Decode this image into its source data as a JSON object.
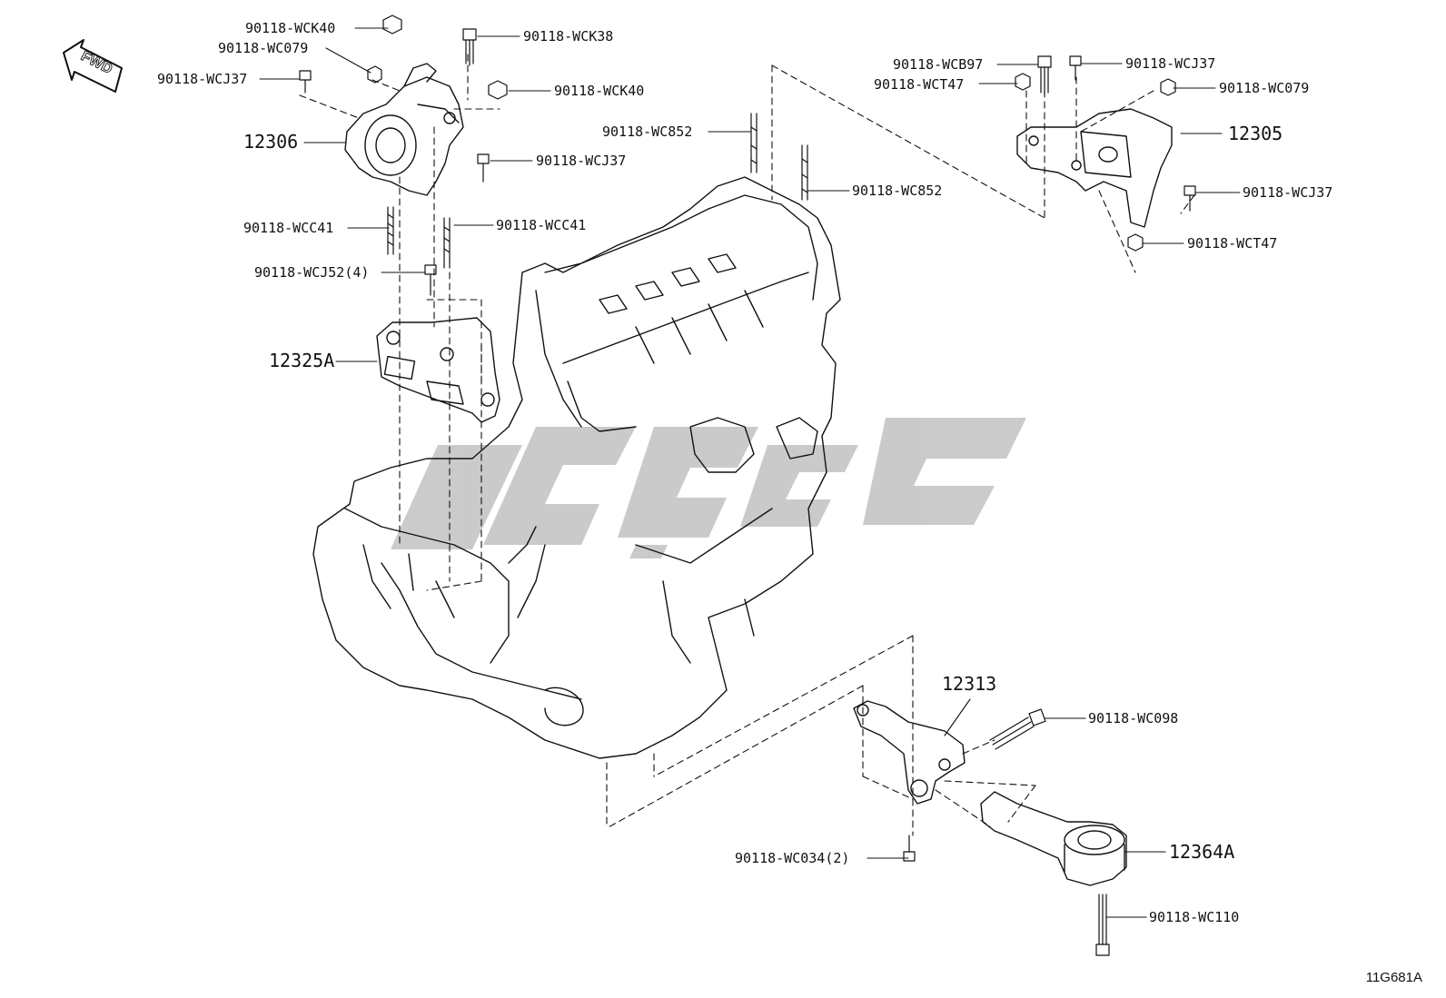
{
  "labels": {
    "wck40_top": "90118-WCK40",
    "wc079_left": "90118-WC079",
    "wcj37_left": "90118-WCJ37",
    "wck38": "90118-WCK38",
    "wck40_mid": "90118-WCK40",
    "p12306": "12306",
    "wcj37_center": "90118-WCJ37",
    "wcc41_left": "90118-WCC41",
    "wcc41_right": "90118-WCC41",
    "wcj52": "90118-WCJ52(4)",
    "p12325a": "12325A",
    "wc852_left": "90118-WC852",
    "wc852_right": "90118-WC852",
    "wcb97": "90118-WCB97",
    "wct47_top": "90118-WCT47",
    "wcj37_right_top": "90118-WCJ37",
    "wc079_right": "90118-WC079",
    "p12305": "12305",
    "wcj37_right": "90118-WCJ37",
    "wct47_right": "90118-WCT47",
    "p12313": "12313",
    "wc098": "90118-WC098",
    "wc034": "90118-WC034(2)",
    "p12364a": "12364A",
    "wc110": "90118-WC110"
  },
  "fwd_arrow": "FWD",
  "watermark_color": "#c8c8c8",
  "ref_code": "11G681A"
}
